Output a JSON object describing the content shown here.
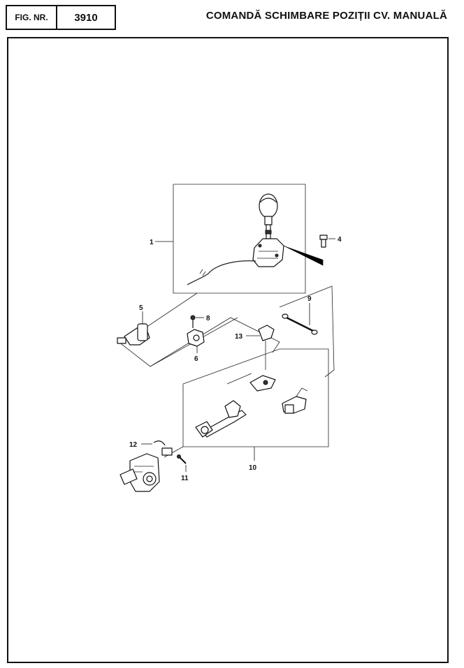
{
  "header": {
    "fig_label": "FIG. NR.",
    "fig_number": "3910",
    "title": "COMANDĂ SCHIMBARE POZIȚII CV. MANUALĂ"
  },
  "callouts": [
    "1",
    "4",
    "5",
    "8",
    "9",
    "13",
    "6",
    "12",
    "11",
    "10"
  ]
}
